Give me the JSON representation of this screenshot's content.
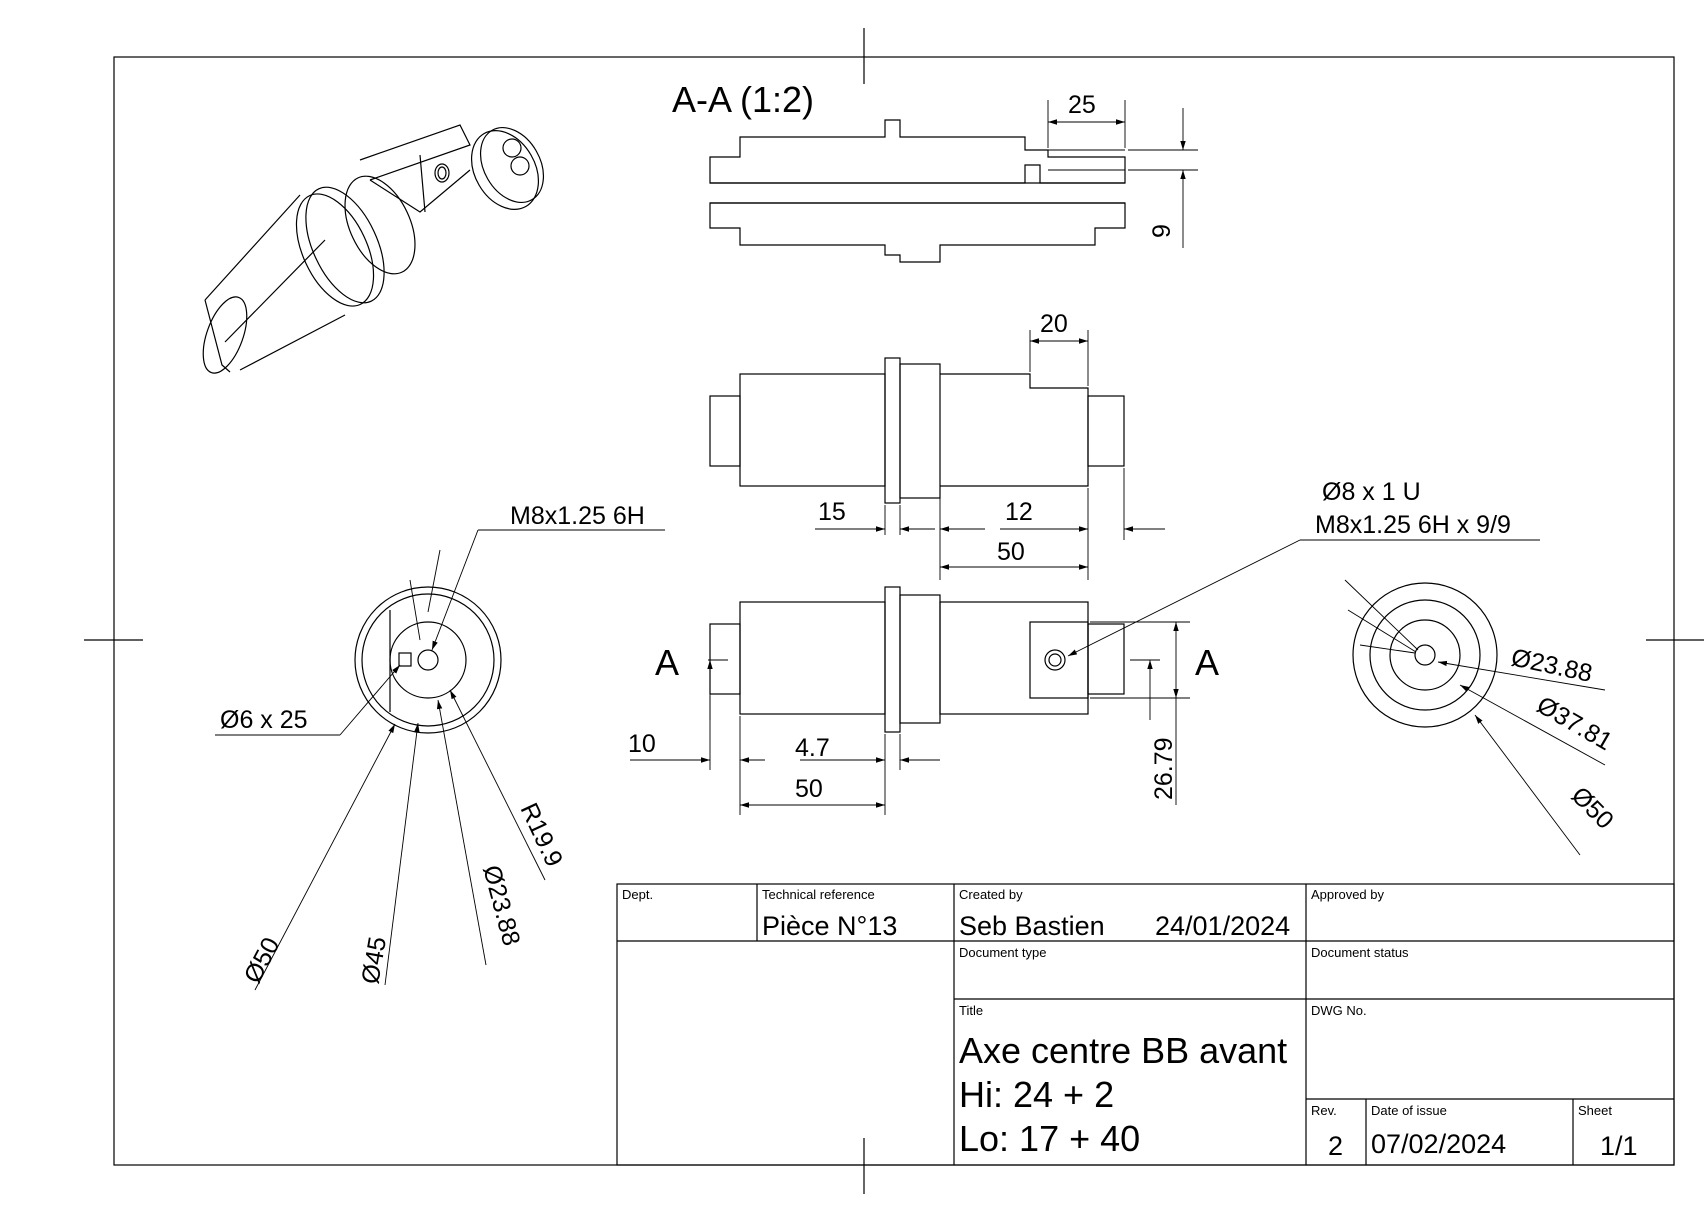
{
  "section": {
    "title": "A-A (1:2)",
    "dims": {
      "d25": "25",
      "d9": "9"
    }
  },
  "side_view": {
    "dims": {
      "d20": "20",
      "d15": "15",
      "d12": "12",
      "d50": "50"
    }
  },
  "front_view": {
    "labels": {
      "a_left": "A",
      "a_right": "A"
    },
    "dims": {
      "d10": "10",
      "d47": "4.7",
      "d50": "50",
      "d2679": "26.79"
    },
    "callout": {
      "line1": "Ø8 x 1 U",
      "line2": "M8x1.25 6H x 9/9"
    }
  },
  "left_view": {
    "callout_thread": "M8x1.25 6H",
    "callout_hole": "Ø6 x 25",
    "dims": {
      "r199": "R19.9",
      "d2388": "Ø23.88",
      "d45": "Ø45",
      "d50": "Ø50"
    }
  },
  "right_view": {
    "dims": {
      "d2388": "Ø23.88",
      "d3781": "Ø37.81",
      "d50": "Ø50"
    }
  },
  "title_block": {
    "dept_label": "Dept.",
    "techref_label": "Technical reference",
    "techref_value": "Pièce N°13",
    "created_label": "Created by",
    "created_value": "Seb Bastien",
    "created_date": "24/01/2024",
    "approved_label": "Approved by",
    "doctype_label": "Document type",
    "docstatus_label": "Document status",
    "title_label": "Title",
    "title_line1": "Axe centre BB avant",
    "title_line2": "Hi: 24 + 2",
    "title_line3": "Lo: 17 + 40",
    "dwg_label": "DWG No.",
    "rev_label": "Rev.",
    "rev_value": "2",
    "issue_label": "Date of issue",
    "issue_value": "07/02/2024",
    "sheet_label": "Sheet",
    "sheet_value": "1/1"
  }
}
